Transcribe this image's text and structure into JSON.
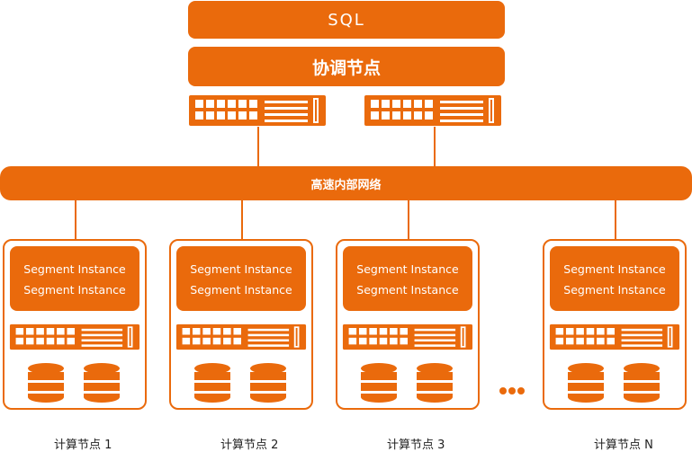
{
  "header": {
    "sql": "SQL",
    "coordinator": "协调节点"
  },
  "network": {
    "label": "高速内部网络"
  },
  "nodes": [
    {
      "seg1": "Segment Instance",
      "seg2": "Segment Instance",
      "label": "计算节点 1"
    },
    {
      "seg1": "Segment Instance",
      "seg2": "Segment Instance",
      "label": "计算节点 2"
    },
    {
      "seg1": "Segment Instance",
      "seg2": "Segment Instance",
      "label": "计算节点 3"
    },
    {
      "seg1": "Segment Instance",
      "seg2": "Segment Instance",
      "label": "计算节点 N"
    }
  ],
  "colors": {
    "accent": "#ea6a0c",
    "background": "#ffffff"
  }
}
